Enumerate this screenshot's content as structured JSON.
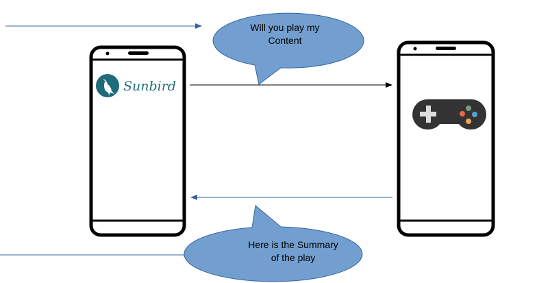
{
  "request_bubble": {
    "line1": "Will you play my",
    "line2": "Content"
  },
  "response_bubble": {
    "line1": "Here is the Summary",
    "line2": "of the play"
  },
  "left_phone": {
    "app_name": "Sunbird"
  },
  "right_phone": {
    "icon": "gamepad-icon"
  },
  "colors": {
    "bubble_fill": "#729fcf",
    "bubble_stroke": "#3465a4",
    "arrow_blue": "#3465a4",
    "logo": "#1e6b7b"
  }
}
